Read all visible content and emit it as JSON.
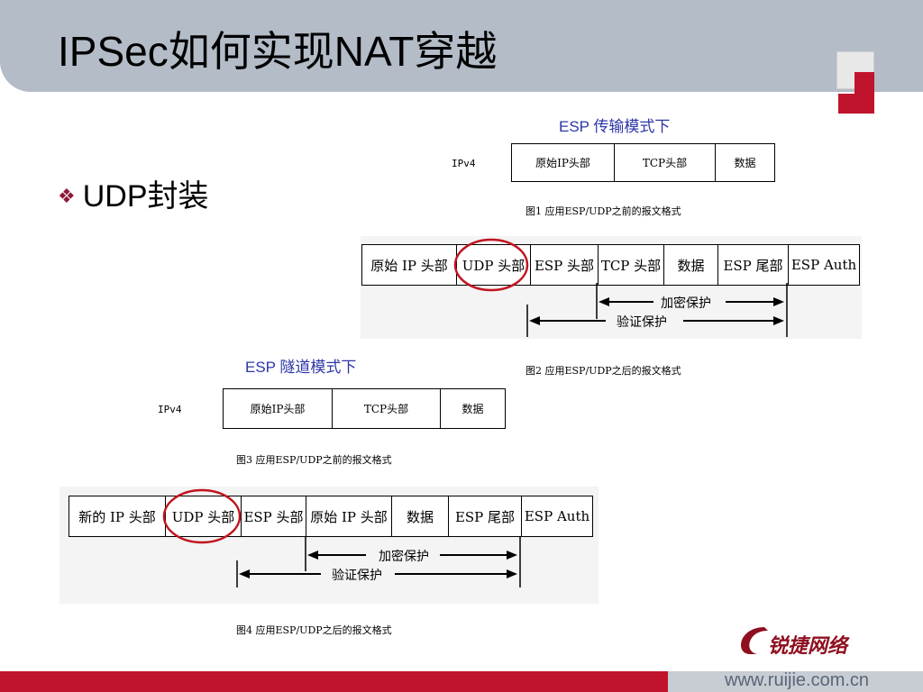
{
  "slide": {
    "title": "IPSec如何实现NAT穿越",
    "bullet": "UDP封装",
    "footer_url": "www.ruijie.com.cn",
    "logo_text": "锐捷网络",
    "accent_color": "#c0142c",
    "title_bar_color": "#b3bcc7"
  },
  "transport": {
    "mode_label": "ESP 传输模式下",
    "before": {
      "protocol": "IPv4",
      "cells": [
        "原始IP头部",
        "TCP头部",
        "数据"
      ],
      "caption": "图1  应用ESP/UDP之前的报文格式"
    },
    "after": {
      "cells": [
        "原始 IP 头部",
        "UDP 头部",
        "ESP 头部",
        "TCP 头部",
        "数据",
        "ESP 尾部",
        "ESP Auth"
      ],
      "encrypt_label": "加密保护",
      "auth_label": "验证保护",
      "caption": "图2  应用ESP/UDP之后的报文格式"
    }
  },
  "tunnel": {
    "mode_label": "ESP 隧道模式下",
    "before": {
      "protocol": "IPv4",
      "cells": [
        "原始IP头部",
        "TCP头部",
        "数据"
      ],
      "caption": "图3  应用ESP/UDP之前的报文格式"
    },
    "after": {
      "cells": [
        "新的 IP 头部",
        "UDP 头部",
        "ESP 头部",
        "原始 IP 头部",
        "数据",
        "ESP 尾部",
        "ESP Auth"
      ],
      "encrypt_label": "加密保护",
      "auth_label": "验证保护",
      "caption": "图4  应用ESP/UDP之后的报文格式"
    }
  }
}
